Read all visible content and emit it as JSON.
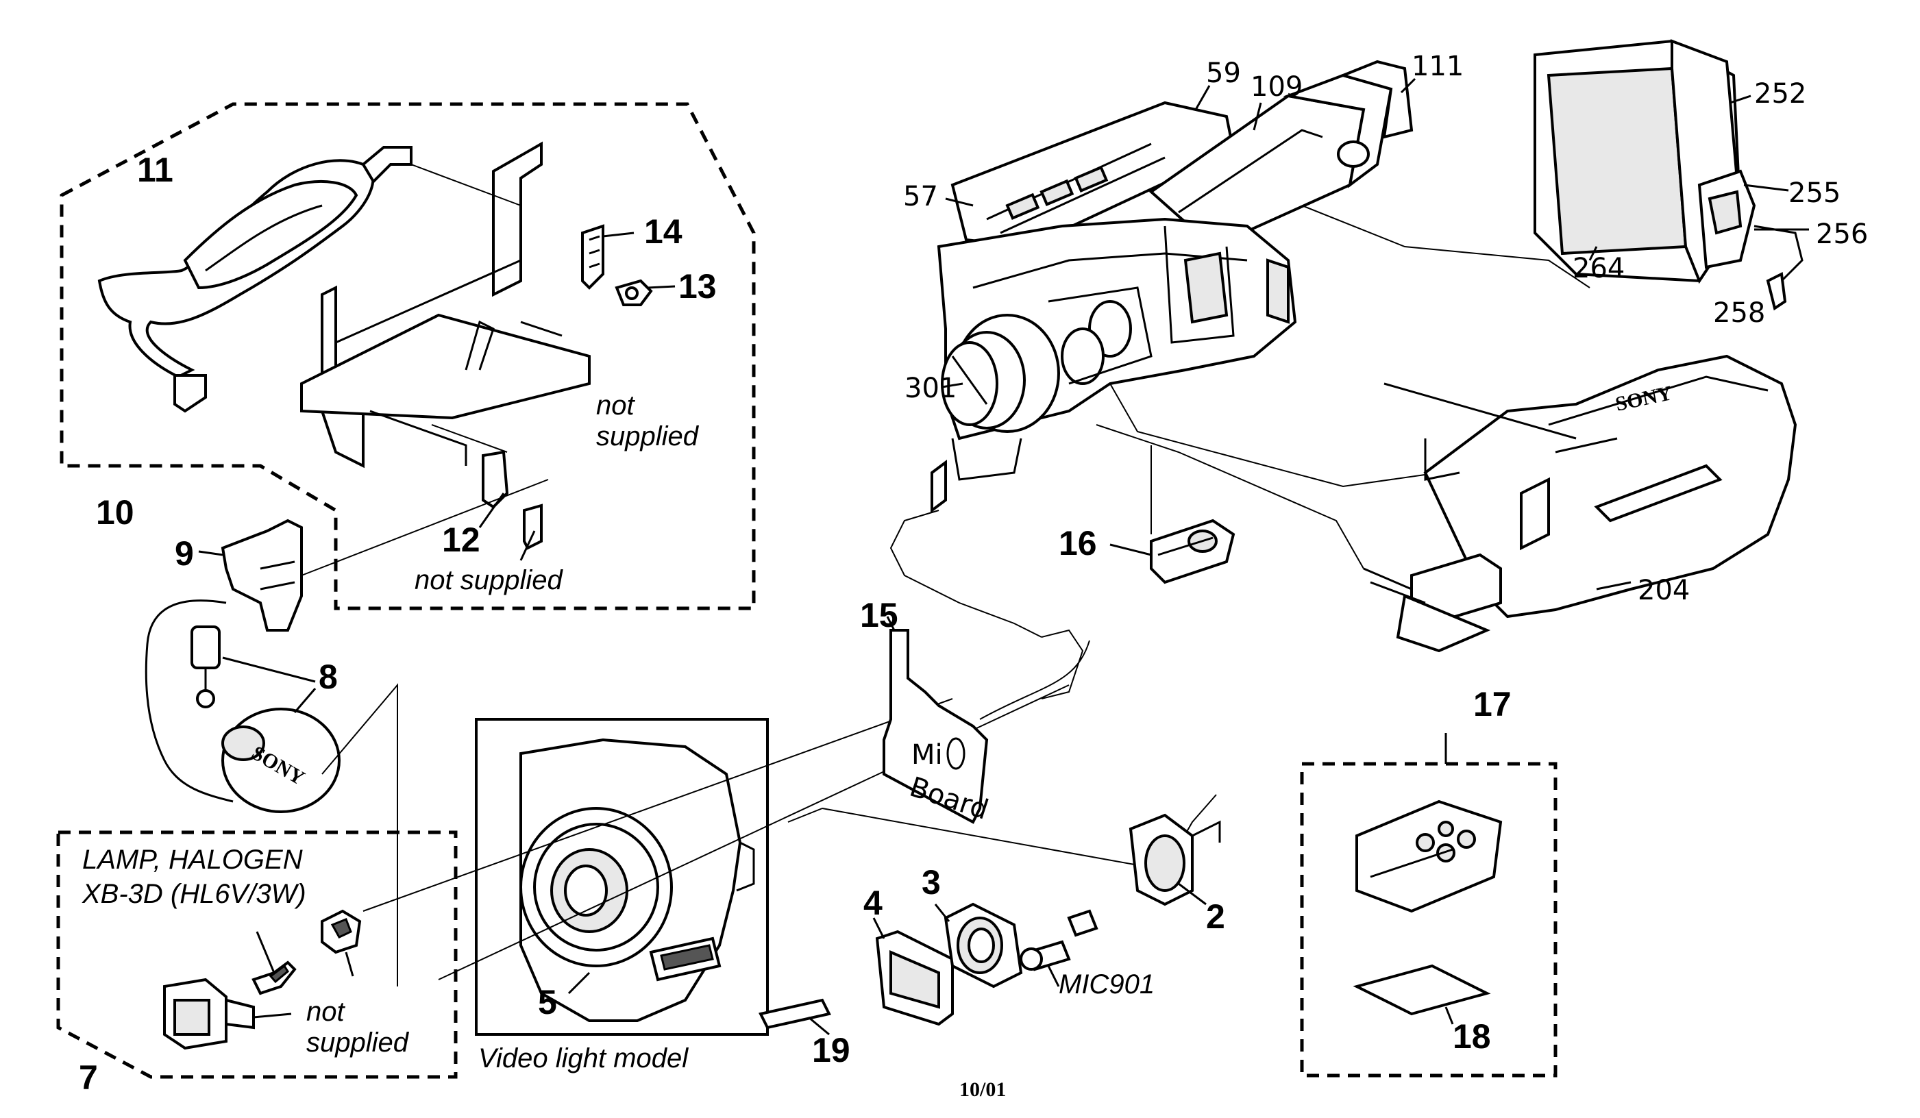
{
  "labels": {
    "n2": "2",
    "n3": "3",
    "n4": "4",
    "n5": "5",
    "n7": "7",
    "n8": "8",
    "n9": "9",
    "n10": "10",
    "n11": "11",
    "n12": "12",
    "n13": "13",
    "n14": "14",
    "n15": "15",
    "n16": "16",
    "n17": "17",
    "n18": "18",
    "n19": "19",
    "n57": "57",
    "n59": "59",
    "n109": "109",
    "n111": "111",
    "n204": "204",
    "n252": "252",
    "n255": "255",
    "n256": "256",
    "n258": "258",
    "n264": "264",
    "n301": "301"
  },
  "notes": {
    "not_supplied_1a": "not",
    "not_supplied_1b": "supplied",
    "not_supplied_2": "not supplied",
    "not_supplied_3a": "not",
    "not_supplied_3b": "supplied",
    "lamp_line1": "LAMP, HALOGEN",
    "lamp_line2": "XB-3D (HL6V/3W)",
    "video_light": "Video light model",
    "mic": "MIC901",
    "board_line1": "Mi",
    "board_line2": "Board",
    "brand1": "SONY",
    "brand2": "SONY",
    "date": "10/01"
  }
}
